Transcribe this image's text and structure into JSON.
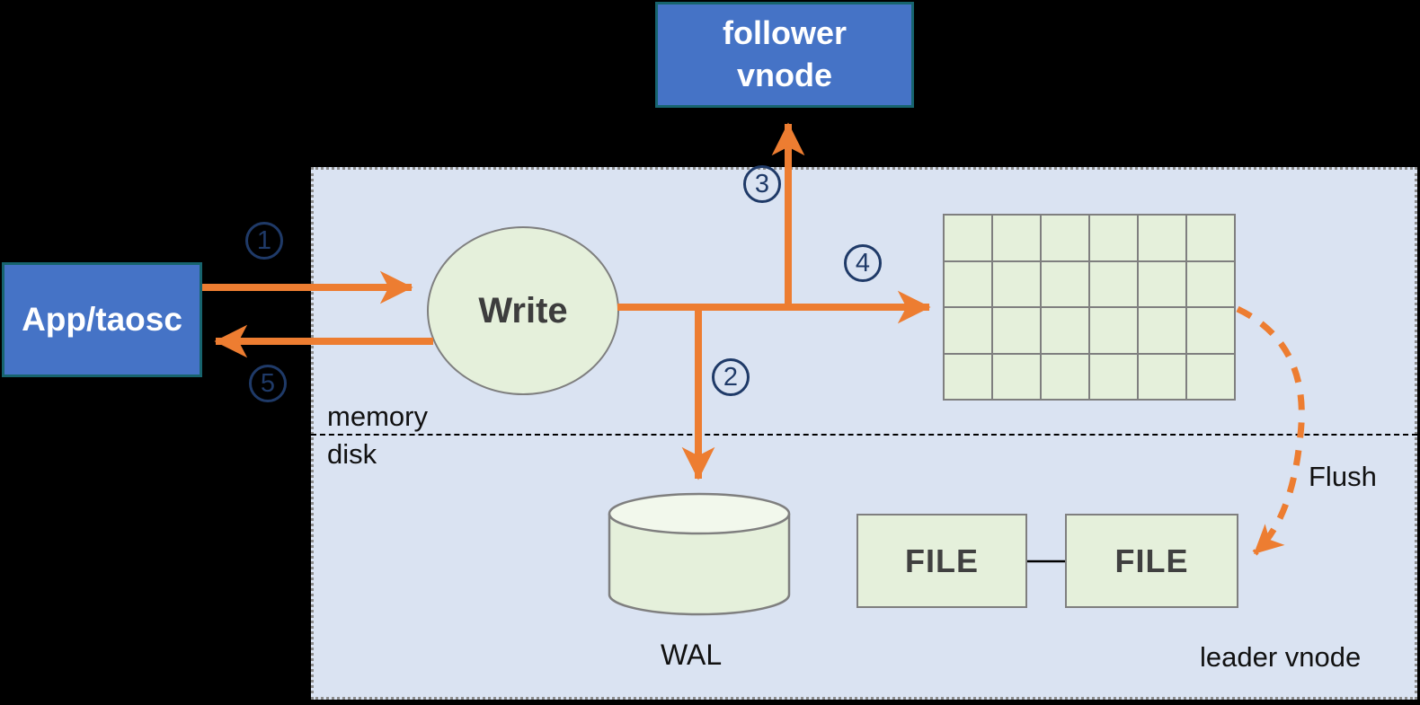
{
  "colors": {
    "background": "#000000",
    "region_fill": "#dae3f2",
    "region_border": "#8c8c8c",
    "node_fill": "#4573c6",
    "node_border": "#17646e",
    "node_text": "#ffffff",
    "green_fill": "#e5f0db",
    "green_border": "#7f7f7f",
    "arrow_orange": "#ed7d31",
    "step_navy": "#1f3a68",
    "label_text": "#111111"
  },
  "nodes": {
    "app": {
      "label": "App/taosc"
    },
    "follower": {
      "line1": "follower",
      "line2": "vnode"
    },
    "write": {
      "label": "Write"
    },
    "wal": {
      "label": "WAL"
    },
    "file_left": {
      "label": "FILE"
    },
    "file_right": {
      "label": "FILE"
    },
    "memtable": {
      "rows": 4,
      "cols": 6
    }
  },
  "labels": {
    "memory": "memory",
    "disk": "disk",
    "flush": "Flush",
    "leader_vnode": "leader vnode"
  },
  "steps": [
    {
      "label": "1"
    },
    {
      "label": "2"
    },
    {
      "label": "3"
    },
    {
      "label": "4"
    },
    {
      "label": "5"
    }
  ]
}
